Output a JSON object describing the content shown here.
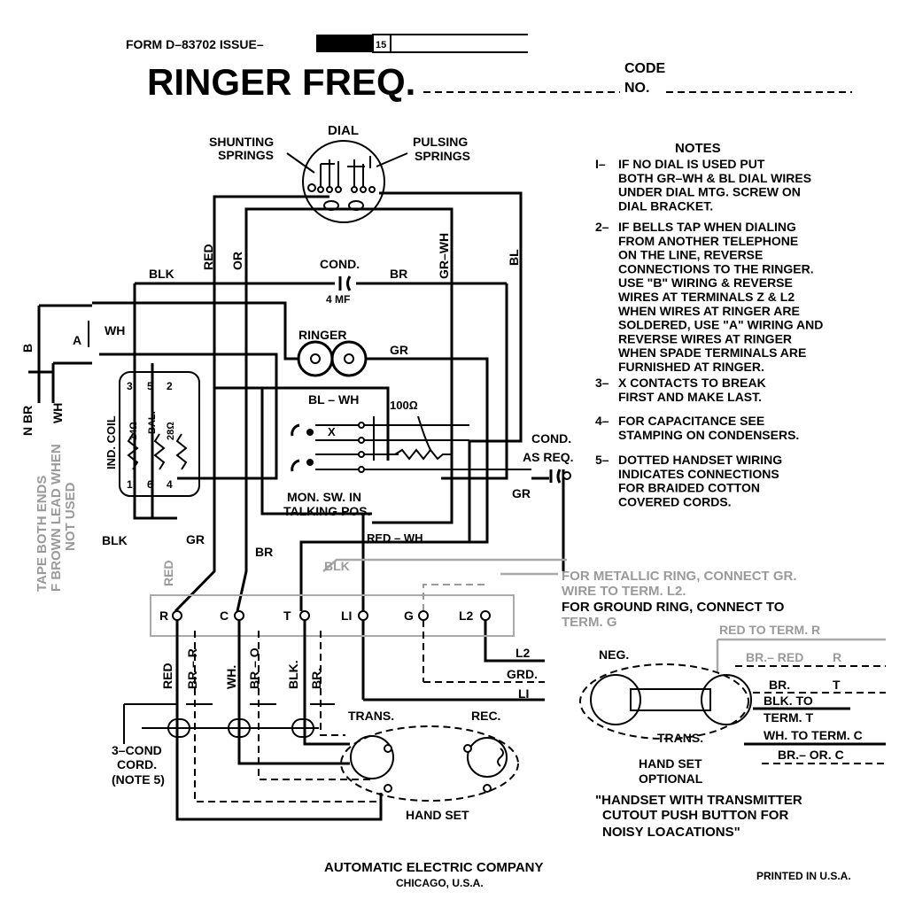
{
  "header": {
    "form_line": "FORM   D–83702   ISSUE–",
    "issue_number": "15",
    "title": "RINGER  FREQ.",
    "code_label": "CODE",
    "no_label": "NO."
  },
  "dial": {
    "label": "DIAL",
    "shunting": [
      "SHUNTING",
      "SPRINGS"
    ],
    "pulsing": [
      "PULSING",
      "SPRINGS"
    ]
  },
  "wire_labels": {
    "red": "RED",
    "or": "OR",
    "gr_wh": "GR–WH",
    "bl": "BL",
    "blk": "BLK",
    "br": "BR",
    "gr": "GR",
    "wh": "WH",
    "a": "A",
    "b": "B",
    "n_br": "N  BR",
    "wh_side": "WH",
    "bl_wh": "BL – WH",
    "red_wh": "RED – WH",
    "blk_left": "BLK",
    "gr_mid": "GR",
    "br_mid": "BR",
    "blk_gray": "BLK",
    "red_gray": "RED"
  },
  "components": {
    "cond": "COND.",
    "cond_value": "4 MF",
    "ringer": "RINGER",
    "resistor": "100Ω",
    "x_contact": "X",
    "mon_sw": [
      "MON. SW. IN",
      "TALKING POS."
    ],
    "cond_as_req": [
      "COND.",
      "AS REQ."
    ],
    "ind_coil": "IND. COIL",
    "coil_14": "14Ω",
    "coil_bal": "BAL.",
    "coil_28": "28Ω",
    "coil_terms_top": [
      "3",
      "5",
      "2"
    ],
    "coil_terms_bottom": [
      "1",
      "6",
      "4"
    ]
  },
  "tape_note": [
    "TAPE BOTH ENDS",
    "F BROWN LEAD WHEN",
    "NOT USED"
  ],
  "terminal_strip": {
    "terminals": [
      "R",
      "C",
      "T",
      "LI",
      "G",
      "L2"
    ]
  },
  "ring_notes": {
    "metallic": [
      "FOR METALLIC RING, CONNECT GR.",
      "WIRE TO TERM. L2."
    ],
    "ground": [
      "FOR GROUND RING, CONNECT TO",
      "TERM. G"
    ]
  },
  "line_labels": [
    "L2",
    "GRD.",
    "LI"
  ],
  "cord_labels": {
    "red": "RED",
    "br_r": "BR – R",
    "wh": "WH.",
    "br_o": "BR – O",
    "blk": "BLK.",
    "br": "BR."
  },
  "cord_note": [
    "3–COND",
    "CORD.",
    "(NOTE 5)"
  ],
  "handset": {
    "trans": "TRANS.",
    "rec": "REC.",
    "label": "HAND SET"
  },
  "optional": {
    "neg": "NEG.",
    "trans": "TRANS.",
    "label": [
      "HAND SET",
      "OPTIONAL"
    ],
    "quote": [
      "\"HANDSET WITH TRANSMITTER",
      "CUTOUT PUSH BUTTON FOR",
      "NOISY LOACATIONS\""
    ],
    "wires": {
      "red": "RED TO TERM.  R",
      "br_red": "BR.– RED",
      "br_red_term": "R",
      "br": "BR.",
      "br_term": "T",
      "blk_to": "BLK. TO",
      "term_t": "TERM. T",
      "wh_to": "WH. TO TERM. C",
      "br_or": "BR.– OR. C"
    }
  },
  "notes": {
    "title": "NOTES",
    "items": [
      {
        "num": "I–",
        "lines": [
          "IF NO DIAL IS USED PUT",
          "BOTH GR–WH & BL DIAL WIRES",
          "UNDER DIAL MTG. SCREW ON",
          "DIAL BRACKET."
        ]
      },
      {
        "num": "2–",
        "lines": [
          "IF BELLS TAP WHEN DIALING",
          "FROM ANOTHER TELEPHONE",
          "ON THE LINE, REVERSE",
          "CONNECTIONS TO THE RINGER.",
          "USE \"B\" WIRING & REVERSE",
          "WIRES AT TERMINALS Z & L2",
          "WHEN WIRES AT RINGER ARE",
          "SOLDERED, USE \"A\" WIRING AND",
          "REVERSE WIRES AT RINGER",
          "WHEN SPADE TERMINALS ARE",
          "FURNISHED AT RINGER."
        ]
      },
      {
        "num": "3–",
        "lines": [
          "X CONTACTS TO BREAK",
          "FIRST AND MAKE LAST."
        ]
      },
      {
        "num": "4–",
        "lines": [
          "FOR CAPACITANCE SEE",
          "STAMPING ON CONDENSERS."
        ]
      },
      {
        "num": "5–",
        "lines": [
          "DOTTED HANDSET WIRING",
          "INDICATES CONNECTIONS",
          "FOR BRAIDED COTTON",
          "COVERED CORDS."
        ]
      }
    ]
  },
  "footer": {
    "company": "AUTOMATIC ELECTRIC COMPANY",
    "city": "CHICAGO, U.S.A.",
    "printed": "PRINTED IN U.S.A."
  }
}
